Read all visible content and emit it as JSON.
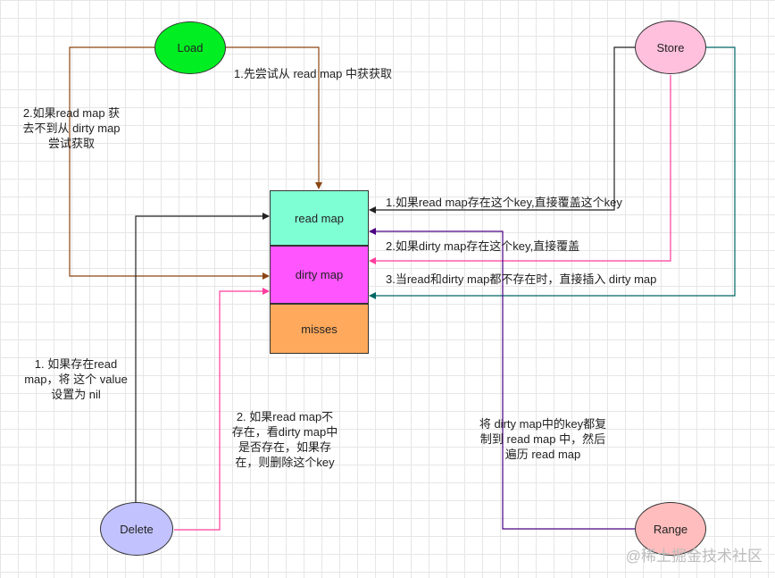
{
  "nodes": {
    "load": "Load",
    "store": "Store",
    "delete": "Delete",
    "range": "Range",
    "read_map": "read map",
    "dirty_map": "dirty map",
    "misses": "misses"
  },
  "labels": {
    "load_1": "1.先尝试从 read map 中获获取",
    "load_2": [
      "2.如果read map 获",
      "去不到从 dirty map",
      "尝试获取"
    ],
    "store_1": "1.如果read map存在这个key,直接覆盖这个key",
    "store_2": "2.如果dirty map存在这个key,直接覆盖",
    "store_3": "3.当read和dirty map都不存在时，直接插入 dirty map",
    "delete_1": [
      "1. 如果存在read",
      "map，将 这个 value",
      "设置为 nil"
    ],
    "delete_2": [
      "2. 如果read map不",
      "存在，看dirty map中",
      "是否存在，如果存",
      "在，则删除这个key"
    ],
    "range_1": [
      "将 dirty map中的key都复",
      "制到 read map 中，然后",
      "遍历 read map"
    ]
  },
  "watermark": "@稀土掘金技术社区",
  "colors": {
    "load": "#00ee22",
    "store": "#ffc0dd",
    "delete": "#c2c2ff",
    "range": "#ffbdbd",
    "read_map": "#7fffd4",
    "dirty_map": "#ff55ff",
    "misses": "#ffa95c",
    "edge_load": "#8b4513",
    "edge_store_read": "#222222",
    "edge_store_dirty": "#ff3c9e",
    "edge_store_insert": "#006666",
    "edge_delete_read": "#222222",
    "edge_delete_dirty": "#ff3c9e",
    "edge_range": "#4b0082"
  }
}
